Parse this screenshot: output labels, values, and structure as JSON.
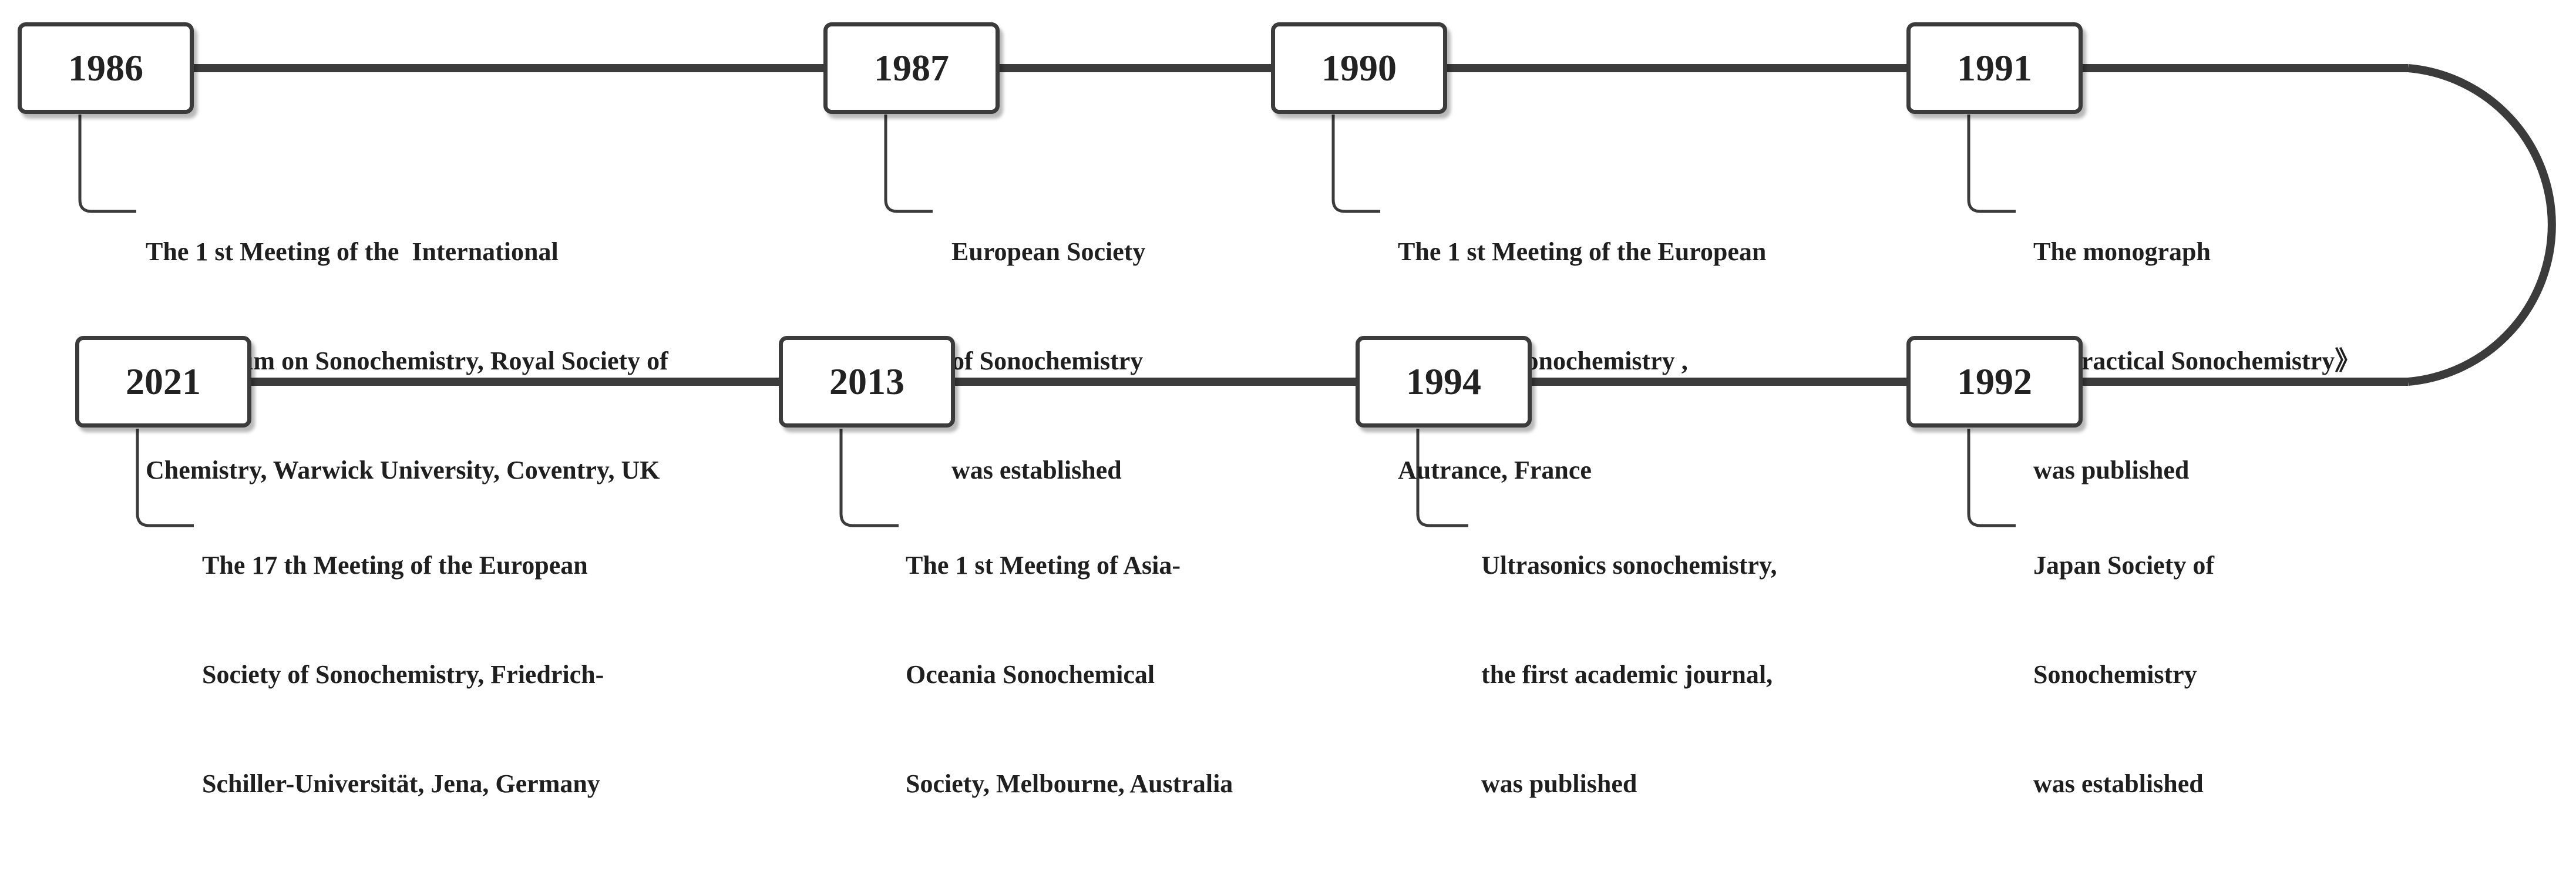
{
  "colors": {
    "line": "#3b3b3b",
    "box_border": "#3b3b3b",
    "text": "#1f1f1f"
  },
  "events": [
    {
      "year": "1986",
      "lines": [
        "The 1 st Meeting of the  International",
        "Symposium on Sonochemistry, Royal Society of",
        "Chemistry, Warwick University, Coventry, UK"
      ]
    },
    {
      "year": "1987",
      "lines": [
        "European Society",
        "of Sonochemistry",
        "was established"
      ]
    },
    {
      "year": "1990",
      "lines": [
        "The 1 st Meeting of the European",
        "Society of Sonochemistry ,",
        "Autrance, France"
      ]
    },
    {
      "year": "1991",
      "lines": [
        "The monograph",
        "《 Practical Sonochemistry》",
        "was published"
      ]
    },
    {
      "year": "1992",
      "lines": [
        "Japan Society of",
        "Sonochemistry",
        "was established"
      ]
    },
    {
      "year": "1994",
      "lines": [
        "Ultrasonics sonochemistry,",
        "the first academic journal,",
        "was published"
      ]
    },
    {
      "year": "2013",
      "lines": [
        "The 1 st Meeting of Asia-",
        "Oceania Sonochemical",
        "Society, Melbourne, Australia"
      ]
    },
    {
      "year": "2021",
      "lines": [
        "The 17 th Meeting of the European",
        "Society of Sonochemistry, Friedrich-",
        "Schiller-Universität, Jena, Germany"
      ]
    }
  ]
}
